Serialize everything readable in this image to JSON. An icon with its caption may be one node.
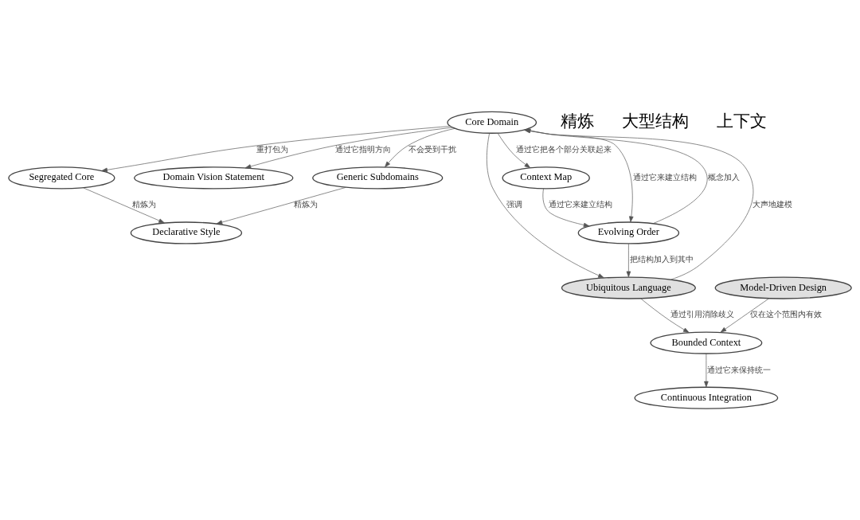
{
  "diagram": {
    "nodes": [
      {
        "text": [
          "Generic Subdomains"
        ]
      },
      {
        "text": [
          "Declarative Style"
        ]
      },
      {
        "text": [
          "Domain Vision Statement"
        ]
      },
      {
        "text": [
          "Segregated Core"
        ]
      },
      {
        "text": [
          "Core Domain"
        ]
      },
      {
        "text": [
          "Ubiquitous Language"
        ]
      },
      {
        "text": [
          "Model-Driven Design"
        ]
      },
      {
        "text": [
          "Continuous Integration"
        ]
      },
      {
        "text": [
          "Bounded Context"
        ]
      },
      {
        "text": [
          "Evolving Order"
        ]
      },
      {
        "text": [
          "Context Map"
        ]
      }
    ],
    "edges": [
      {
        "from": 0,
        "to": 1,
        "arrow": "to",
        "label": "精炼为"
      },
      {
        "from": 3,
        "to": 1,
        "arrow": "to",
        "label": "精炼为"
      },
      {
        "from": 4,
        "to": 2,
        "arrow": "to",
        "label": "通过它指明方向"
      },
      {
        "from": 4,
        "to": 0,
        "arrow": "to",
        "label": "不会受到干扰"
      },
      {
        "from": 4,
        "to": 3,
        "arrow": "to",
        "label": "重打包为"
      },
      {
        "from": 4,
        "to": 9,
        "arrow": "to",
        "label": "通过它来建立结构"
      },
      {
        "from": 5,
        "to": 4,
        "arrow": "to",
        "label": "大声地建模"
      },
      {
        "from": 4,
        "to": 5,
        "arrow": "to",
        "label": "强调"
      },
      {
        "from": 9,
        "to": 4,
        "arrow": "to",
        "label": "概念加入"
      },
      {
        "from": 9,
        "to": 5,
        "arrow": "to",
        "label": "把结构加入到其中"
      },
      {
        "from": 4,
        "to": 10,
        "arrow": "to",
        "label": "通过它把各个部分关联起来"
      },
      {
        "from": 6,
        "to": 8,
        "arrow": "to",
        "label": "仅在这个范围内有效"
      },
      {
        "from": 8,
        "to": 7,
        "arrow": "to",
        "label": "通过它来保持统一"
      },
      {
        "from": 5,
        "to": 8,
        "arrow": "to",
        "label": "通过引用消除歧义"
      },
      {
        "from": 10,
        "to": 9,
        "arrow": "to",
        "label": "通过它来建立结构"
      }
    ],
    "labels": [
      "精炼",
      "大型结构",
      "上下文"
    ]
  }
}
